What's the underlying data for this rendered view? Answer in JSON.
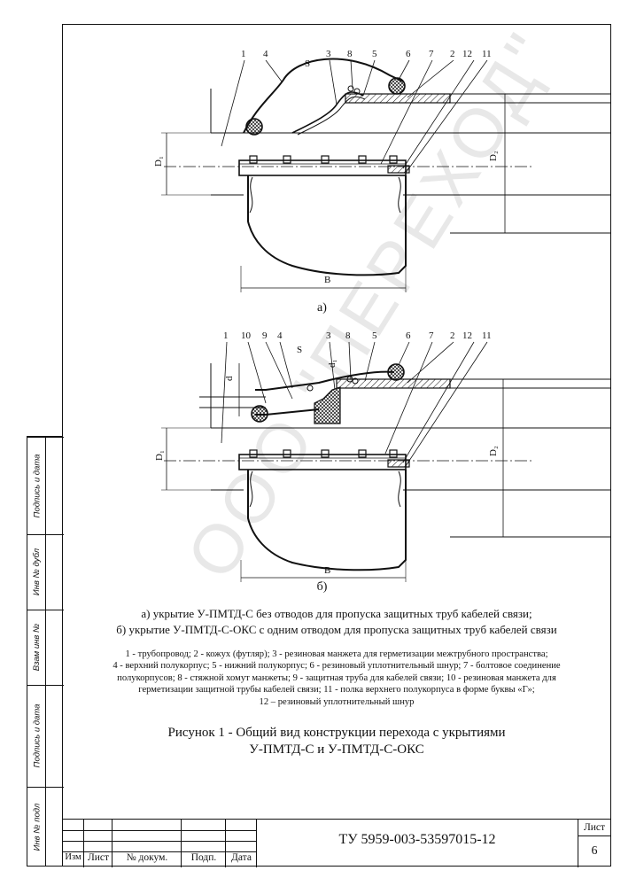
{
  "drawing": {
    "callouts_a": [
      "1",
      "4",
      "S",
      "3",
      "8",
      "5",
      "6",
      "7",
      "2",
      "12",
      "11"
    ],
    "callouts_b": [
      "1",
      "10",
      "9",
      "4",
      "S",
      "3",
      "8",
      "5",
      "6",
      "7",
      "2",
      "12",
      "11"
    ],
    "dims": {
      "D1": "D₁",
      "D2": "D₂",
      "B": "B",
      "d": "d",
      "d1": "d₁"
    }
  },
  "captions": {
    "a": "а)",
    "b": "б)"
  },
  "description": {
    "line1": "а) укрытие У-ПМТД-С без отводов для пропуска защитных труб кабелей связи;",
    "line2": "б) укрытие У-ПМТД-С-ОКС с одним отводом для пропуска защитных труб кабелей связи"
  },
  "legend": {
    "line1": "1 - трубопровод; 2 - кожух (футляр); 3 - резиновая манжета для герметизации межтрубного пространства;",
    "line2": "4 - верхний полукорпус; 5 - нижний полукорпус; 6 - резиновый уплотнительный шнур; 7 - болтовое соединение",
    "line3": "полукорпусов; 8 - стяжной хомут манжеты; 9 - защитная труба для кабелей связи; 10 - резиновая манжета для",
    "line4": "герметизации защитной трубы кабелей связи; 11 - полка верхнего полукорпуса в форме буквы «Г»;",
    "line5": "12 – резиновый уплотнительный шнур"
  },
  "figure_title": {
    "line1": "Рисунок 1 - Общий вид конструкции перехода с укрытиями",
    "line2": "У-ПМТД-С и У-ПМТД-С-ОКС"
  },
  "side_stamp": [
    "Инв № подл",
    "Подпись и дата",
    "Взам инв №",
    "Инв № дубл",
    "Подпись и дата"
  ],
  "title_block": {
    "headers": [
      "Изм",
      "Лист",
      "№ докум.",
      "Подп.",
      "Дата"
    ],
    "doc_code": "ТУ 5959-003-53597015-12",
    "sheet_label": "Лист",
    "sheet_number": "6"
  },
  "watermark": "ООО \"ПЕРЕХОД\""
}
